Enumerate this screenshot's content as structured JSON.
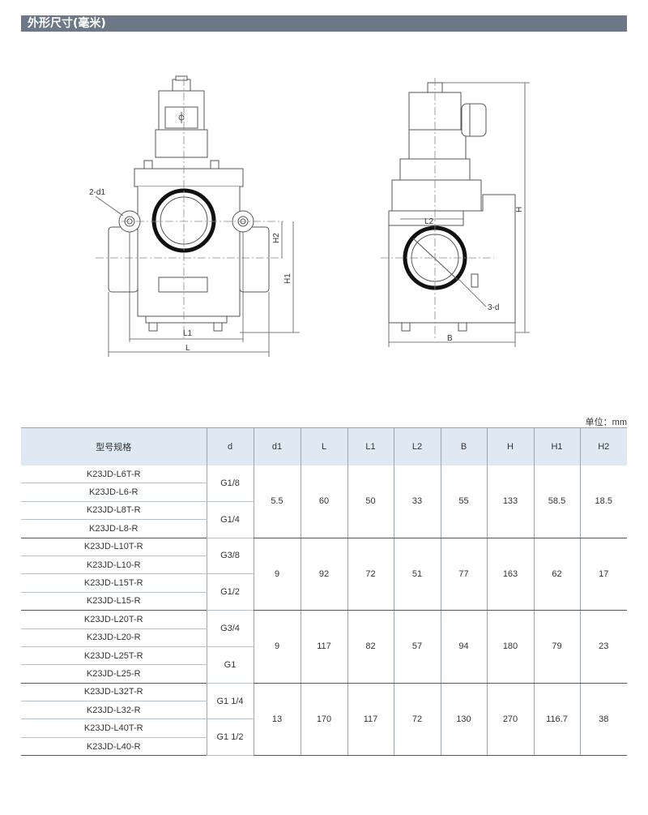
{
  "section_title": "外形尺寸(毫米)",
  "unit_note": "单位：mm",
  "drawing_labels": {
    "front_d1": "2-d1",
    "front_h2": "H2",
    "front_h1": "H1",
    "front_l1": "L1",
    "front_l": "L",
    "side_h": "H",
    "side_l2": "L2",
    "side_d": "3-d",
    "side_b": "B"
  },
  "table": {
    "headers": [
      "型号规格",
      "d",
      "d1",
      "L",
      "L1",
      "L2",
      "B",
      "H",
      "H1",
      "H2"
    ],
    "groups": [
      {
        "models": [
          "K23JD-L6T-R",
          "K23JD-L6-R",
          "K23JD-L8T-R",
          "K23JD-L8-R"
        ],
        "threads": [
          "G1/8",
          "G1/4"
        ],
        "d1": "5.5",
        "L": "60",
        "L1": "50",
        "L2": "33",
        "B": "55",
        "H": "133",
        "H1": "58.5",
        "H2": "18.5"
      },
      {
        "models": [
          "K23JD-L10T-R",
          "K23JD-L10-R",
          "K23JD-L15T-R",
          "K23JD-L15-R"
        ],
        "threads": [
          "G3/8",
          "G1/2"
        ],
        "d1": "9",
        "L": "92",
        "L1": "72",
        "L2": "51",
        "B": "77",
        "H": "163",
        "H1": "62",
        "H2": "17"
      },
      {
        "models": [
          "K23JD-L20T-R",
          "K23JD-L20-R",
          "K23JD-L25T-R",
          "K23JD-L25-R"
        ],
        "threads": [
          "G3/4",
          "G1"
        ],
        "d1": "9",
        "L": "117",
        "L1": "82",
        "L2": "57",
        "B": "94",
        "H": "180",
        "H1": "79",
        "H2": "23"
      },
      {
        "models": [
          "K23JD-L32T-R",
          "K23JD-L32-R",
          "K23JD-L40T-R",
          "K23JD-L40-R"
        ],
        "threads": [
          "G1 1/4",
          "G1 1/2"
        ],
        "d1": "13",
        "L": "170",
        "L1": "117",
        "L2": "72",
        "B": "130",
        "H": "270",
        "H1": "116.7",
        "H2": "38"
      }
    ]
  }
}
